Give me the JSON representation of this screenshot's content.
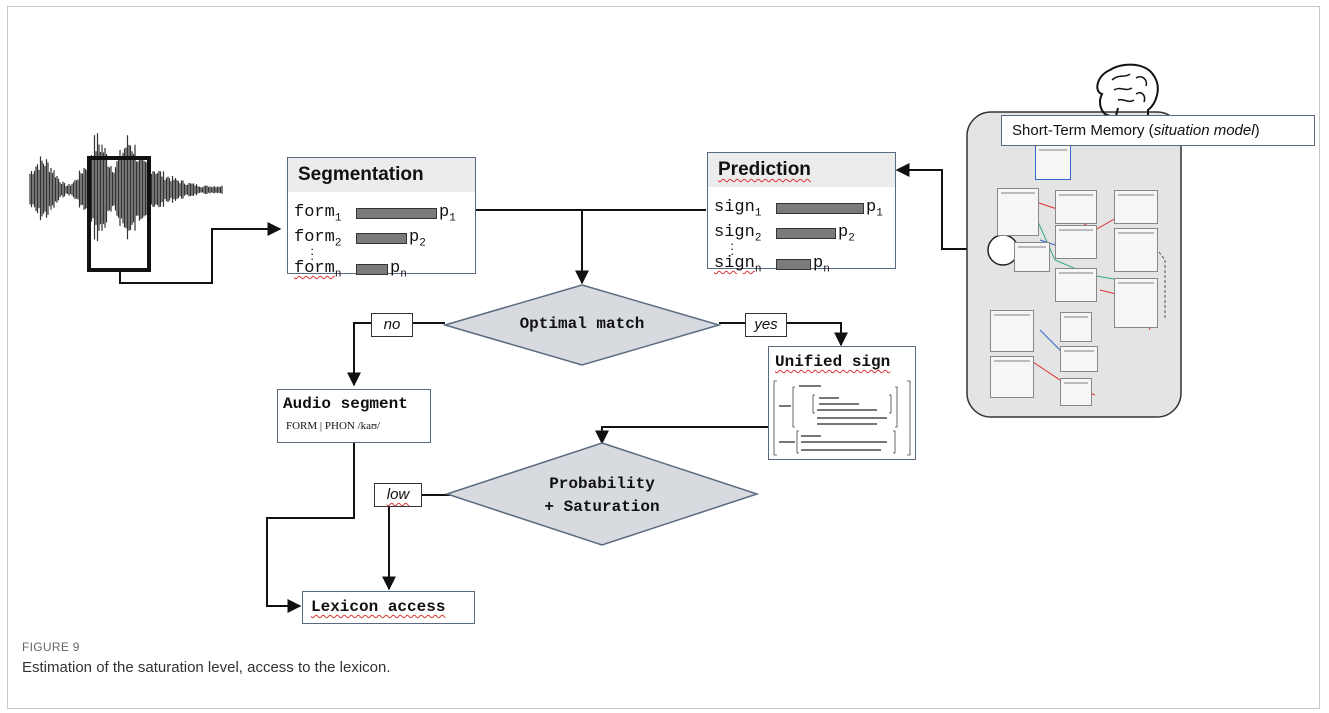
{
  "segmentation": {
    "title": "Segmentation",
    "rows": [
      {
        "base": "form",
        "sub": "1",
        "prob_base": "p",
        "prob_sub": "1",
        "value": 0.92
      },
      {
        "base": "form",
        "sub": "2",
        "prob_base": "p",
        "prob_sub": "2",
        "value": 0.58
      },
      {
        "base": "form",
        "sub": "n",
        "prob_base": "p",
        "prob_sub": "n",
        "value": 0.36
      }
    ]
  },
  "prediction": {
    "title": "Prediction",
    "rows": [
      {
        "base": "sign",
        "sub": "1",
        "prob_base": "p",
        "prob_sub": "1",
        "value": 1.0
      },
      {
        "base": "sign",
        "sub": "2",
        "prob_base": "p",
        "prob_sub": "2",
        "value": 0.68
      },
      {
        "base": "sign",
        "sub": "n",
        "prob_base": "p",
        "prob_sub": "n",
        "value": 0.4
      }
    ]
  },
  "memory": {
    "label_prefix": "Short-Term Memory (",
    "label_italic": "situation model",
    "label_suffix": ")"
  },
  "decision_match": {
    "label": "Optimal match",
    "no_label": "no",
    "yes_label": "yes"
  },
  "decision_prob": {
    "line1": "Probability",
    "line2": "+ Saturation",
    "low_label": "low"
  },
  "audio_segment": {
    "title": "Audio segment",
    "avm": "FORM | PHON /kaʊ/"
  },
  "unified_sign": {
    "title": "Unified sign"
  },
  "lexicon": {
    "label": "Lexicon access"
  },
  "caption": {
    "label": "FIGURE 9",
    "text": "Estimation of the saturation level, access to the lexicon."
  },
  "colors": {
    "box_border": "#5a6a80",
    "diamond_fill": "#d7dbe0",
    "bar_fill": "#7b7b7b",
    "memory_panel": "#e4e4e4"
  }
}
